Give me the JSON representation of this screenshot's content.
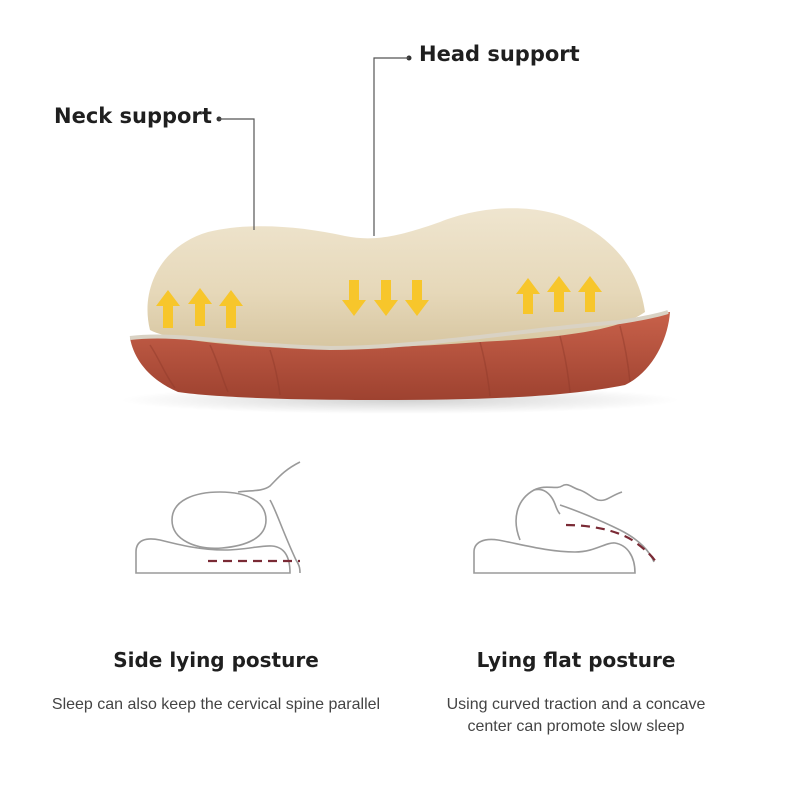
{
  "callouts": {
    "neck_support": "Neck support",
    "head_support": "Head support"
  },
  "postures": {
    "side": {
      "title": "Side lying posture",
      "description": "Sleep can also keep the cervical spine parallel"
    },
    "flat": {
      "title": "Lying flat posture",
      "description_line1": "Using curved traction and a concave",
      "description_line2": "center can promote slow sleep"
    }
  },
  "colors": {
    "pillow_top": "#e9dcc0",
    "pillow_base": "#b8553c",
    "arrow": "#f7c62b",
    "line_art": "#9a9a9a",
    "spine_dash": "#7a2a35"
  },
  "icons": {
    "up_arrow": "up-arrow-icon",
    "down_arrow": "down-arrow-icon"
  }
}
